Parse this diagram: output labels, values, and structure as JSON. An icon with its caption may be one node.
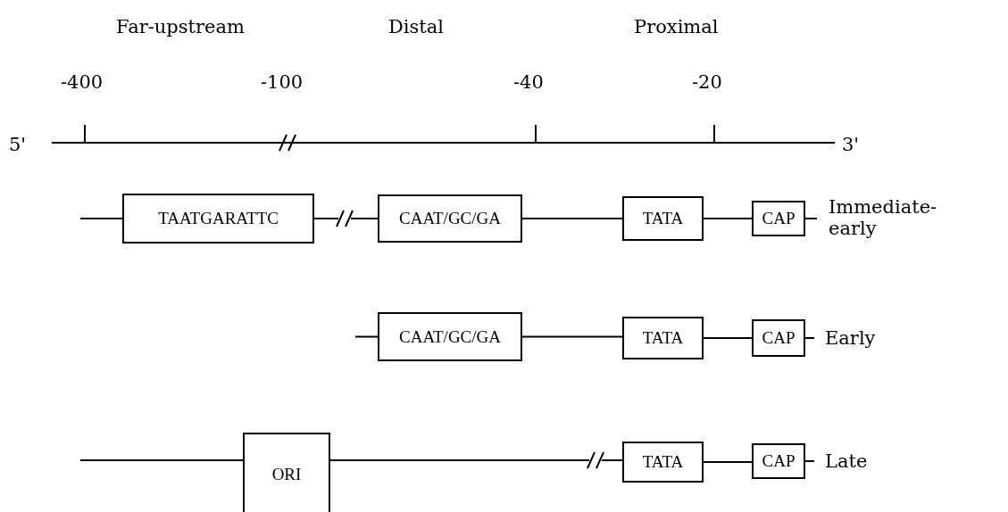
{
  "diagram": {
    "nodes": [
      {
        "text": [
          "TAATGARATTC"
        ]
      },
      {
        "text": [
          "CAAT/GC/GA"
        ]
      },
      {
        "text": [
          "TATA"
        ]
      },
      {
        "text": [
          "CAP"
        ]
      },
      {
        "text": [
          "CAAT/GC/GA"
        ]
      },
      {
        "text": [
          "TATA"
        ]
      },
      {
        "text": [
          "CAP"
        ]
      },
      {
        "text": [
          "ORI"
        ]
      },
      {
        "text": [
          "TATA"
        ]
      },
      {
        "text": [
          "CAP"
        ]
      }
    ],
    "edges": [
      {
        "from": null,
        "to": 0,
        "arrow": "none"
      },
      {
        "from": 0,
        "to": 1,
        "arrow": "none"
      },
      {
        "from": 1,
        "to": 2,
        "arrow": "none"
      },
      {
        "from": 2,
        "to": 3,
        "arrow": "none"
      },
      {
        "from": 3,
        "to": null,
        "arrow": "none"
      },
      {
        "from": null,
        "to": 4,
        "arrow": "none"
      },
      {
        "from": 4,
        "to": 5,
        "arrow": "none"
      },
      {
        "from": 5,
        "to": 6,
        "arrow": "none"
      },
      {
        "from": 6,
        "to": null,
        "arrow": "none"
      },
      {
        "from": null,
        "to": 7,
        "arrow": "none"
      },
      {
        "from": 7,
        "to": 8,
        "arrow": "none"
      },
      {
        "from": 8,
        "to": 9,
        "arrow": "none"
      },
      {
        "from": 9,
        "to": null,
        "arrow": "none"
      }
    ],
    "labels": [
      "Far-upstream",
      "Distal",
      "Proximal",
      "-400",
      "-100",
      "-40",
      "-20",
      "5'",
      "3'",
      "Immediate-early",
      "Early",
      "Late"
    ]
  }
}
